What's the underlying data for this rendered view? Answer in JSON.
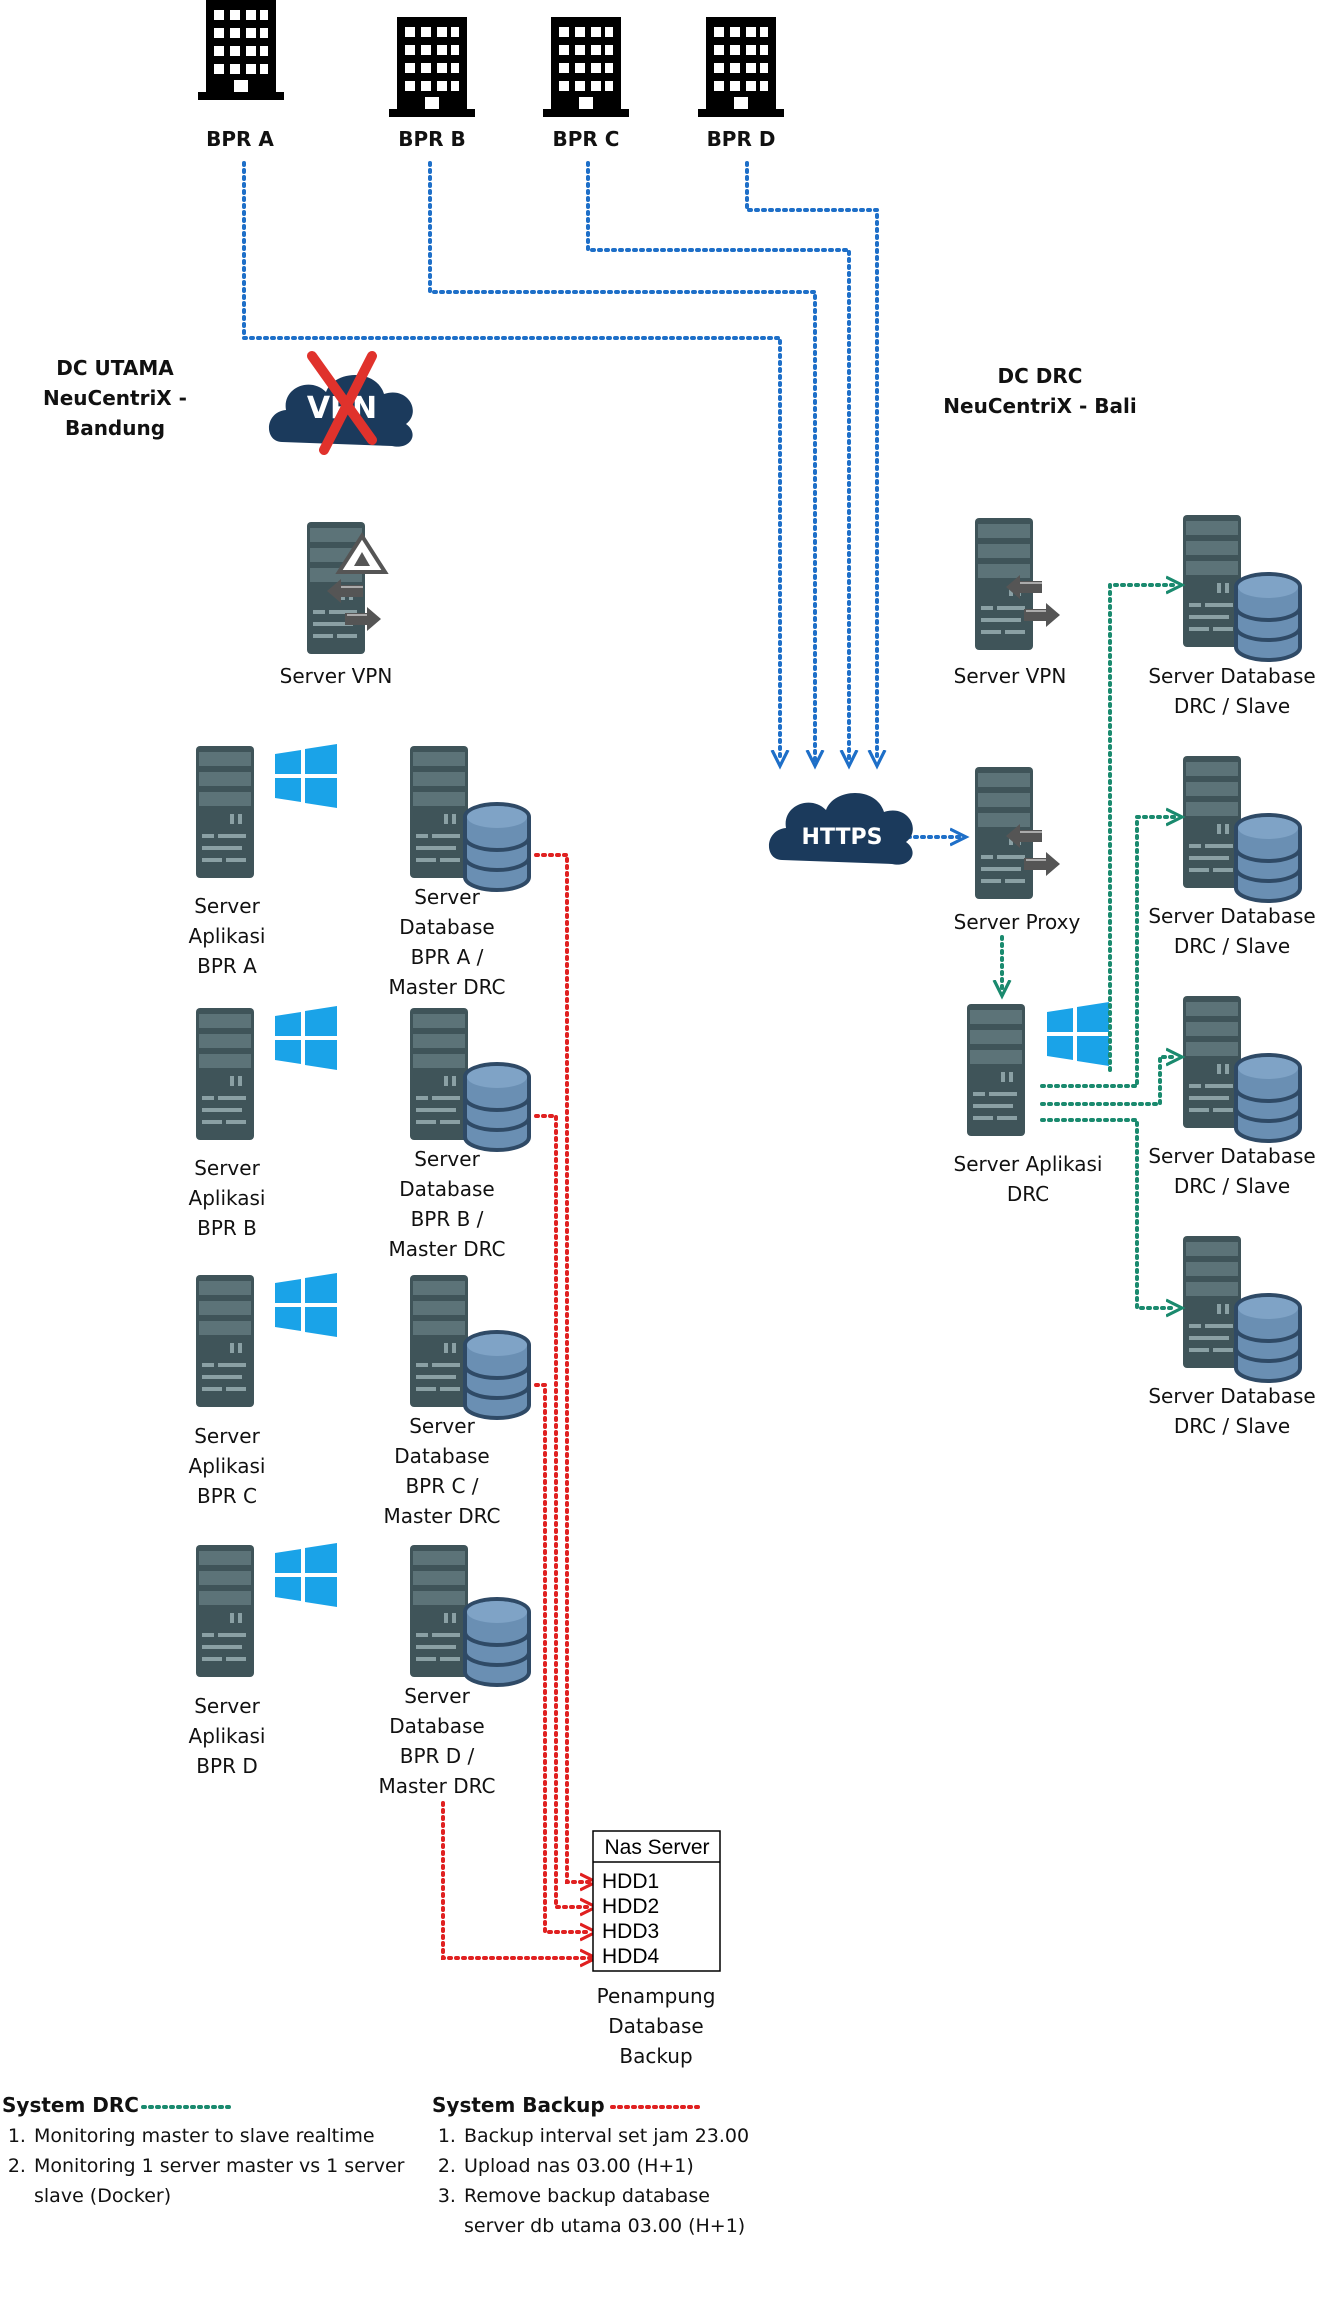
{
  "banks": [
    {
      "label": "BPR A"
    },
    {
      "label": "BPR B"
    },
    {
      "label": "BPR C"
    },
    {
      "label": "BPR D"
    }
  ],
  "dc_utama": {
    "line1": "DC UTAMA",
    "line2": "NeuCentriX -",
    "line3": "Bandung"
  },
  "dc_drc": {
    "line1": "DC DRC",
    "line2": "NeuCentriX - Bali"
  },
  "vpn_cloud": {
    "text": "VPN"
  },
  "https_cloud": {
    "text": "HTTPS"
  },
  "server_vpn_main": {
    "label": "Server VPN"
  },
  "server_vpn_drc": {
    "label": "Server VPN"
  },
  "server_proxy": {
    "label": "Server Proxy"
  },
  "server_app_drc": {
    "line1": "Server Aplikasi",
    "line2": "DRC"
  },
  "app_servers": [
    {
      "line1": "Server",
      "line2": "Aplikasi",
      "line3": "BPR A"
    },
    {
      "line1": "Server",
      "line2": "Aplikasi",
      "line3": "BPR B"
    },
    {
      "line1": "Server",
      "line2": "Aplikasi",
      "line3": "BPR C"
    },
    {
      "line1": "Server",
      "line2": "Aplikasi",
      "line3": "BPR D"
    }
  ],
  "db_servers": [
    {
      "line1": "Server",
      "line2": "Database",
      "line3": "BPR A /",
      "line4": "Master DRC"
    },
    {
      "line1": "Server",
      "line2": "Database",
      "line3": "BPR B /",
      "line4": "Master DRC"
    },
    {
      "line1": "Server",
      "line2": "Database",
      "line3": "BPR C /",
      "line4": "Master DRC"
    },
    {
      "line1": "Server",
      "line2": "Database",
      "line3": "BPR D /",
      "line4": "Master DRC"
    }
  ],
  "slave_servers": [
    {
      "line1": "Server Database",
      "line2": "DRC / Slave"
    },
    {
      "line1": "Server Database",
      "line2": "DRC / Slave"
    },
    {
      "line1": "Server Database",
      "line2": "DRC / Slave"
    },
    {
      "line1": "Server Database",
      "line2": "DRC / Slave"
    }
  ],
  "nas": {
    "title": "Nas Server",
    "drives": [
      "HDD1",
      "HDD2",
      "HDD3",
      "HDD4"
    ],
    "caption1": "Penampung",
    "caption2": "Database",
    "caption3": "Backup"
  },
  "legend": {
    "drc_title": "System DRC",
    "drc_items": [
      "Monitoring master to slave realtime",
      "Monitoring 1 server master vs 1 server slave (Docker)"
    ],
    "backup_title": "System Backup",
    "backup_items": [
      "Backup interval set jam 23.00",
      "Upload nas 03.00 (H+1)",
      "Remove backup database server db utama 03.00 (H+1)"
    ]
  },
  "colors": {
    "https_line": "#1e6fc8",
    "drc_line": "#1a8a6e",
    "backup_line": "#e02020",
    "server_body": "#3f5459",
    "server_band": "#5c7378",
    "db_disk": "#6a8fb3",
    "db_disk_dark": "#2f4a66",
    "windows": "#1aa3e8",
    "cloud": "#1b3a5c",
    "cross": "#e0322c"
  }
}
